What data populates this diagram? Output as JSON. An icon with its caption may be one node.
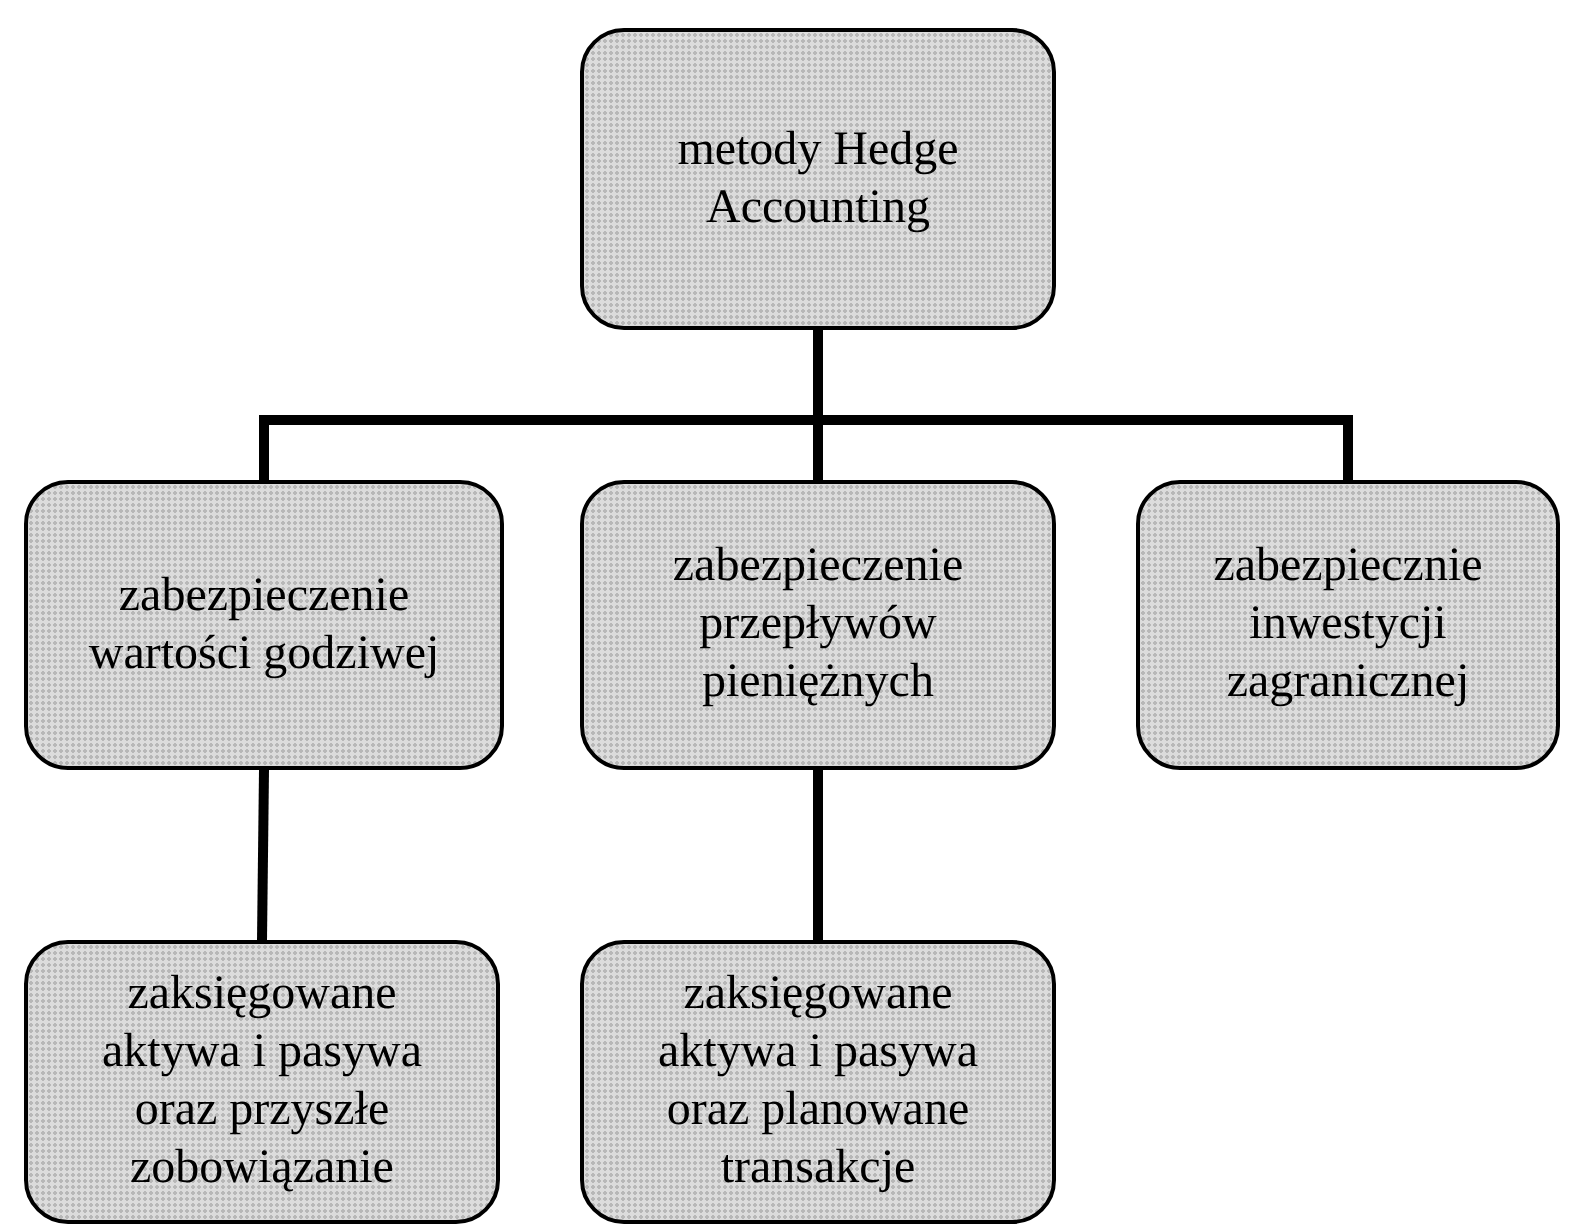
{
  "diagram": {
    "nodes": [
      {
        "text": [
          "metody Hedge Accounting"
        ]
      },
      {
        "text": [
          "zabezpieczenie wartości godziwej"
        ]
      },
      {
        "text": [
          "zabezpieczenie przepływów pieniężnych"
        ]
      },
      {
        "text": [
          "zabezpiecznie inwestycji zagranicznej"
        ]
      },
      {
        "text": [
          "zaksięgowane aktywa i pasywa oraz przyszłe zobowiązanie"
        ]
      },
      {
        "text": [
          "zaksięgowane aktywa i pasywa oraz planowane transakcje"
        ]
      }
    ],
    "edges": [
      {
        "from": 0,
        "to": 1,
        "arrow": "none"
      },
      {
        "from": 0,
        "to": 2,
        "arrow": "none"
      },
      {
        "from": 0,
        "to": 3,
        "arrow": "none"
      },
      {
        "from": 1,
        "to": 4,
        "arrow": "none"
      },
      {
        "from": 2,
        "to": 5,
        "arrow": "none"
      }
    ]
  }
}
